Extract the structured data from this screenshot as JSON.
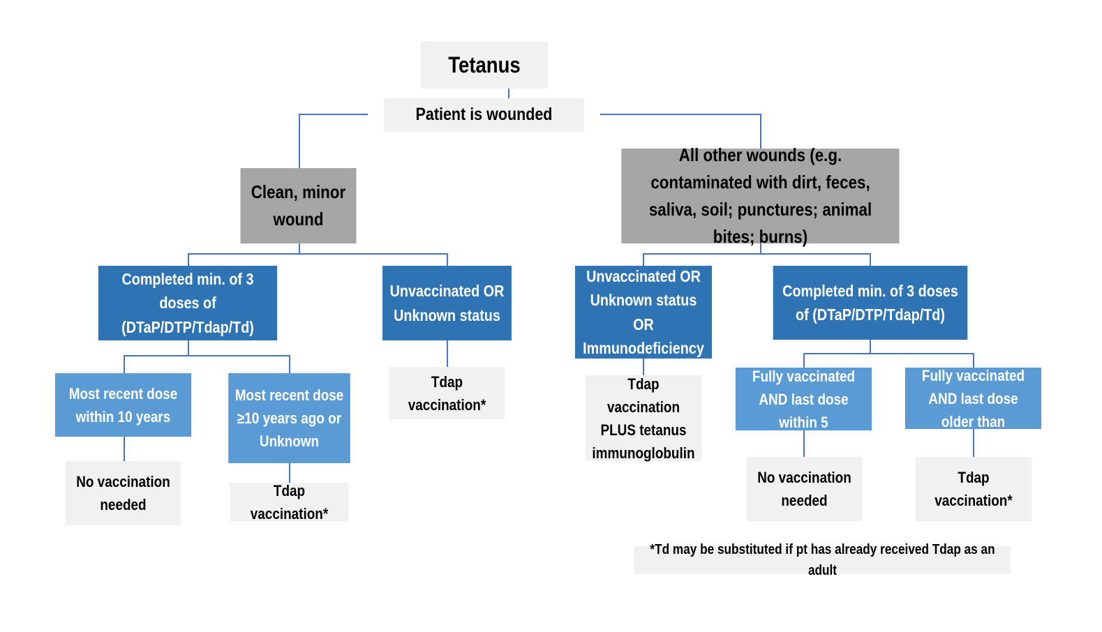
{
  "colors": {
    "connector": "#4472c4",
    "light_box": "#f1f1f1",
    "grey_box": "#a5a5a5",
    "dark_blue_box": "#2e74b5",
    "mid_blue_box": "#5b9bd5"
  },
  "title": "Tetanus",
  "root": "Patient is wounded",
  "clean_branch": {
    "label": "Clean, minor wound",
    "completed": "Completed min. of 3 doses of (DTaP/DTP/Tdap/Td)",
    "recent_dose": "Most recent dose within 10 years",
    "recent_dose_outcome": "No vaccination needed",
    "old_dose": "Most recent dose ≥10 years ago or Unknown",
    "old_dose_outcome": "Tdap vaccination*",
    "unvaccinated": "Unvaccinated OR Unknown status",
    "unvaccinated_outcome": "Tdap vaccination*"
  },
  "other_branch": {
    "label": "All other wounds (e.g. contaminated with dirt, feces, saliva, soil; punctures; animal bites; burns)",
    "unvaccinated": "Unvaccinated OR Unknown status OR Immunodeficiency",
    "unvaccinated_outcome": "Tdap vaccination PLUS tetanus immunoglobulin",
    "completed": "Completed min. of 3 doses of (DTaP/DTP/Tdap/Td)",
    "within_5": "Fully vaccinated AND last dose within 5",
    "within_5_outcome": "No vaccination needed",
    "older_than": "Fully vaccinated AND last dose older than",
    "older_than_outcome": "Tdap vaccination*"
  },
  "footnote": "*Td may be substituted if pt has already received Tdap as an adult"
}
